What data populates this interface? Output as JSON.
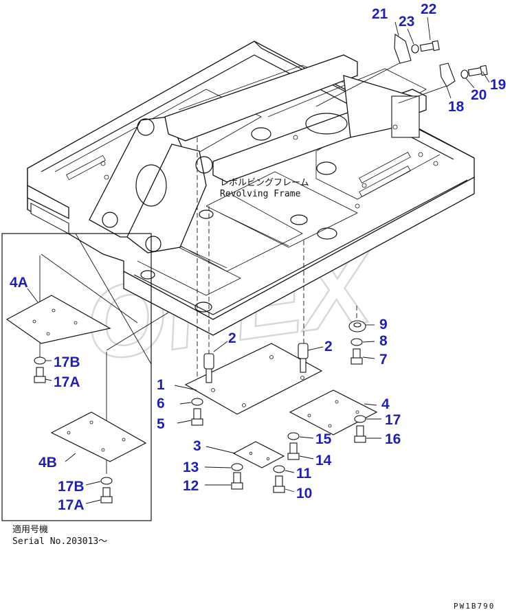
{
  "frame_label": {
    "jp": "レボルビングフレーム",
    "en": "Revolving Frame"
  },
  "watermark": "OPEX",
  "serial": {
    "jp": "適用号機",
    "en": "Serial No.203013～"
  },
  "diagram_code": "PW1B790",
  "callouts": {
    "c1": "1",
    "c2a": "2",
    "c2b": "2",
    "c3": "3",
    "c4": "4",
    "c4a": "4A",
    "c4b": "4B",
    "c5": "5",
    "c6": "6",
    "c7": "7",
    "c8": "8",
    "c9": "9",
    "c10": "10",
    "c11": "11",
    "c12": "12",
    "c13": "13",
    "c14": "14",
    "c15": "15",
    "c16": "16",
    "c17": "17",
    "c17a_top": "17A",
    "c17b_top": "17B",
    "c17a_bot": "17A",
    "c17b_bot": "17B",
    "c18": "18",
    "c19": "19",
    "c20": "20",
    "c21": "21",
    "c22": "22",
    "c23": "23"
  },
  "colors": {
    "callout": "#1f1fb0",
    "line": "#111111",
    "watermark": "#d8d8d8"
  }
}
